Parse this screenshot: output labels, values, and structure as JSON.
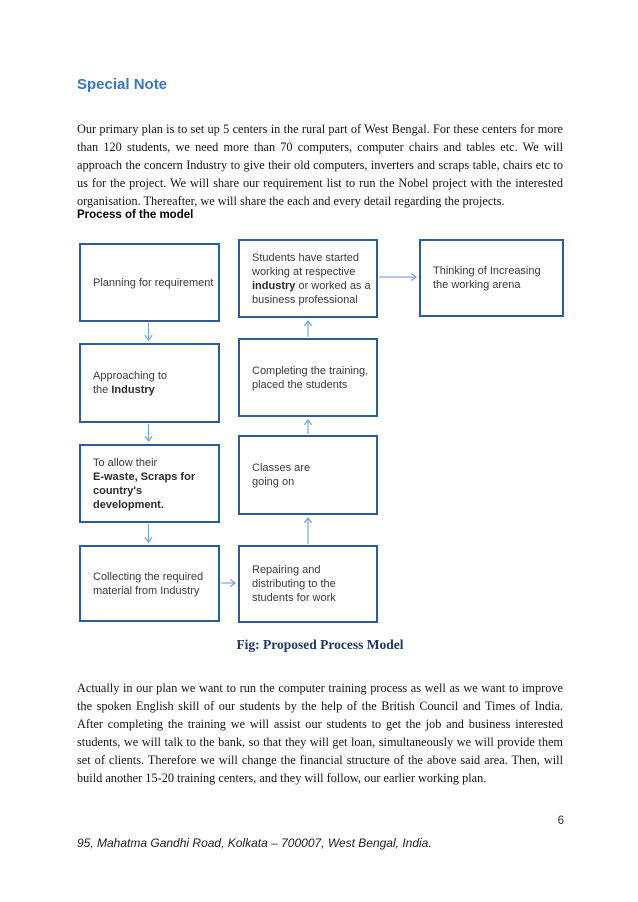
{
  "heading": "Special Note",
  "para1": "Our primary plan is to set up 5 centers in the rural part of West Bengal. For these centers for more than 120 students, we need more than 70 computers, computer chairs and tables etc. We will approach the concern Industry to give their old computers, inverters and scraps table, chairs etc to us for the project. We will share our requirement list to run the Nobel project with the interested organisation. Thereafter, we will share the each and every detail regarding the projects.",
  "process_heading": "Process of the model",
  "diagram": {
    "colors": {
      "box_border": "#2f5b96",
      "arrow": "#7ea6d8"
    },
    "boxes": {
      "planning": {
        "text": "Planning for requirement"
      },
      "approaching": {
        "text1": "Approaching to\nthe ",
        "bold": "Industry"
      },
      "toallow": {
        "text1": "To allow their\n",
        "bold": "E-waste, Scraps for\ncountry's development."
      },
      "collecting": {
        "text": "Collecting the required\nmaterial from Industry"
      },
      "students": {
        "text1": "Students have started\nworking at respective\n",
        "bold": "industry",
        "text2": " or worked as a\nbusiness professional"
      },
      "completing": {
        "text": "Completing the training,\nplaced the students"
      },
      "classes": {
        "text": "Classes are\ngoing on"
      },
      "repairing": {
        "text": "Repairing and\ndistributing to the\nstudents for work"
      },
      "thinking": {
        "text": "Thinking of Increasing\nthe working arena"
      }
    }
  },
  "fig_caption": "Fig: Proposed Process Model",
  "para2": "Actually in our plan we want to run the computer training process as well as we want to improve the spoken English skill of our students by the help of the British Council and Times of India. After completing the training we will assist our students to get the job and business interested students, we will talk to the bank, so that they will get loan, simultaneously we will provide them set of clients. Therefore we will change the financial structure of the above said area. Then, will build another 15-20 training centers, and they will follow, our earlier working plan.",
  "page": {
    "number": "6",
    "footer": "95, Mahatma Gandhi Road, Kolkata – 700007, West Bengal, India."
  }
}
